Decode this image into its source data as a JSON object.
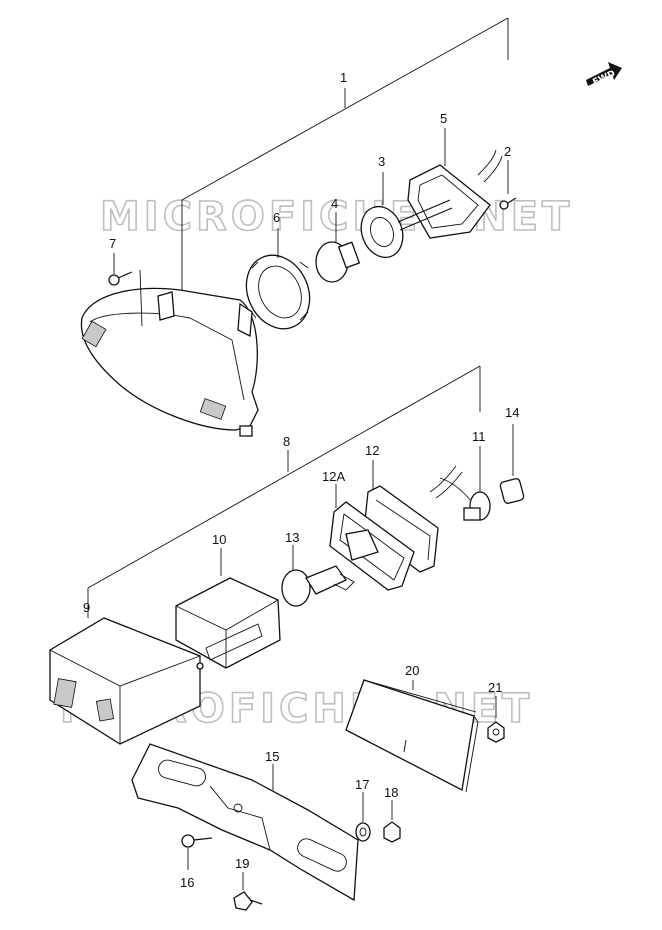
{
  "watermarks": [
    "MICROFICHES.NET",
    "MICROFICHES.NET"
  ],
  "fwd_label": "FWD",
  "callouts": {
    "c1": "1",
    "c2": "2",
    "c3": "3",
    "c4": "4",
    "c5": "5",
    "c6": "6",
    "c7": "7",
    "c8": "8",
    "c9": "9",
    "c10": "10",
    "c11": "11",
    "c12": "12",
    "c12a": "12A",
    "c13": "13",
    "c14": "14",
    "c15": "15",
    "c16": "16",
    "c17": "17",
    "c18": "18",
    "c19": "19",
    "c20": "20",
    "c21": "21"
  }
}
